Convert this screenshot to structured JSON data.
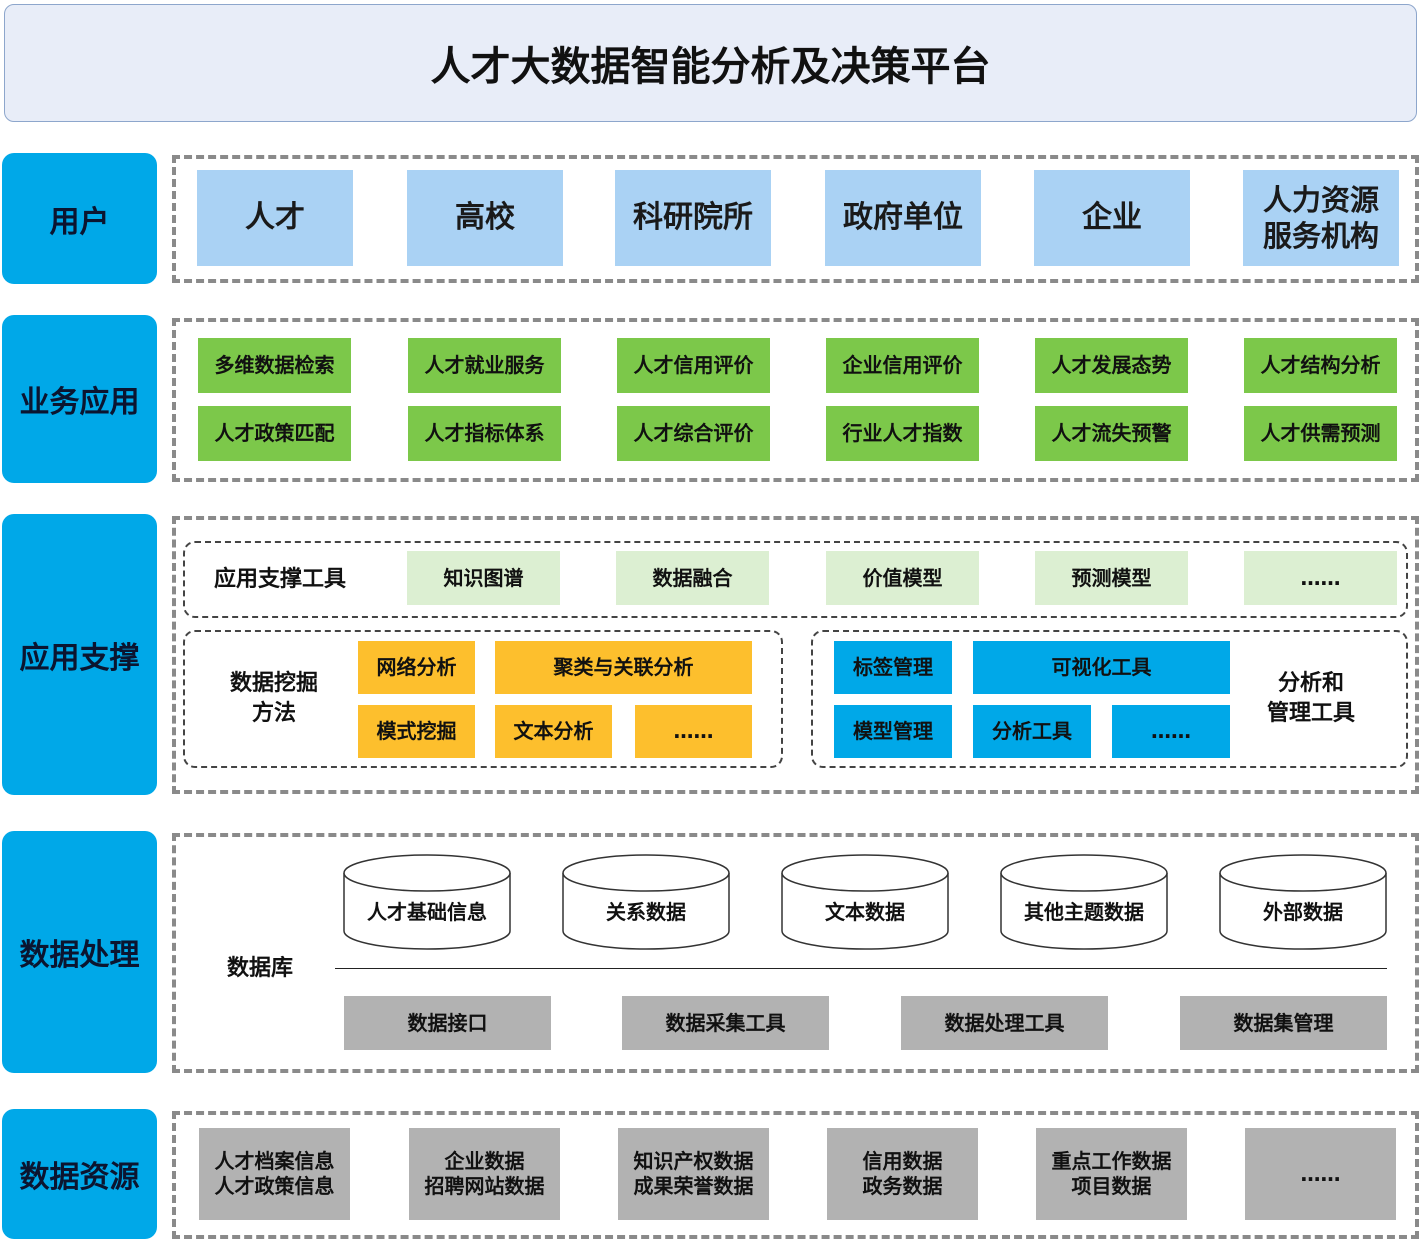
{
  "title": "人才大数据智能分析及决策平台",
  "layers": {
    "users": "用户",
    "business": "业务应用",
    "support": "应用支撑",
    "processing": "数据处理",
    "resources": "数据资源"
  },
  "users": [
    "人才",
    "高校",
    "科研院所",
    "政府单位",
    "企业",
    "人力资源\n服务机构"
  ],
  "business": {
    "row1": [
      "多维数据检索",
      "人才就业服务",
      "人才信用评价",
      "企业信用评价",
      "人才发展态势",
      "人才结构分析"
    ],
    "row2": [
      "人才政策匹配",
      "人才指标体系",
      "人才综合评价",
      "行业人才指数",
      "人才流失预警",
      "人才供需预测"
    ]
  },
  "support": {
    "tools_label": "应用支撑工具",
    "tools": [
      "知识图谱",
      "数据融合",
      "价值模型",
      "预测模型",
      "……"
    ],
    "mining_label": "数据挖掘\n方法",
    "mining": [
      "网络分析",
      "聚类与关联分析",
      "模式挖掘",
      "文本分析",
      "……"
    ],
    "mgmt_label": "分析和\n管理工具",
    "mgmt": [
      "标签管理",
      "可视化工具",
      "模型管理",
      "分析工具",
      "……"
    ]
  },
  "processing": {
    "db_label": "数据库",
    "databases": [
      "人才基础信息",
      "关系数据",
      "文本数据",
      "其他主题数据",
      "外部数据"
    ],
    "tools": [
      "数据接口",
      "数据采集工具",
      "数据处理工具",
      "数据集管理"
    ]
  },
  "resources": [
    "人才档案信息\n人才政策信息",
    "企业数据\n招聘网站数据",
    "知识产权数据\n成果荣誉数据",
    "信用数据\n政务数据",
    "重点工作数据\n项目数据",
    "……"
  ],
  "colors": {
    "layer_label": "#00a8e8",
    "user_box": "#aad2f4",
    "business_box": "#7cc84a",
    "tool_box": "#dcefd2",
    "mining_box": "#fdbf2d",
    "mgmt_box": "#00a8e8",
    "gray_box": "#b2b2b2",
    "title_bg": "#e8edf8"
  }
}
